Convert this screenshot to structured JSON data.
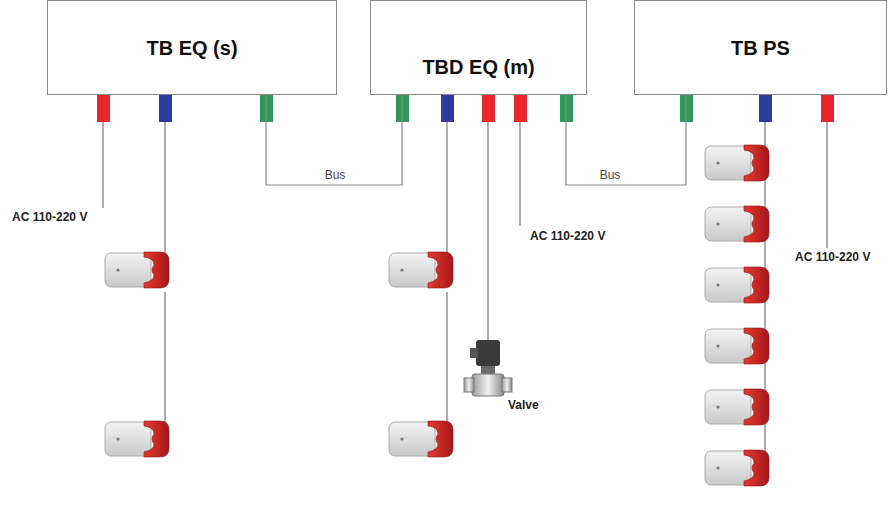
{
  "diagram": {
    "nodes": [
      {
        "text": [
          "TB EQ (s)"
        ]
      },
      {
        "text": [
          "TBD EQ (m)"
        ]
      },
      {
        "text": [
          "TB PS"
        ]
      }
    ],
    "edges": [
      {
        "from": 0,
        "to": 1,
        "label": "Bus",
        "arrow": "none"
      },
      {
        "from": 1,
        "to": 2,
        "label": "Bus",
        "arrow": "none"
      }
    ],
    "labels": [
      "AC 110-220 V",
      "AC 110-220 V",
      "AC 110-220 V",
      "Valve"
    ]
  }
}
